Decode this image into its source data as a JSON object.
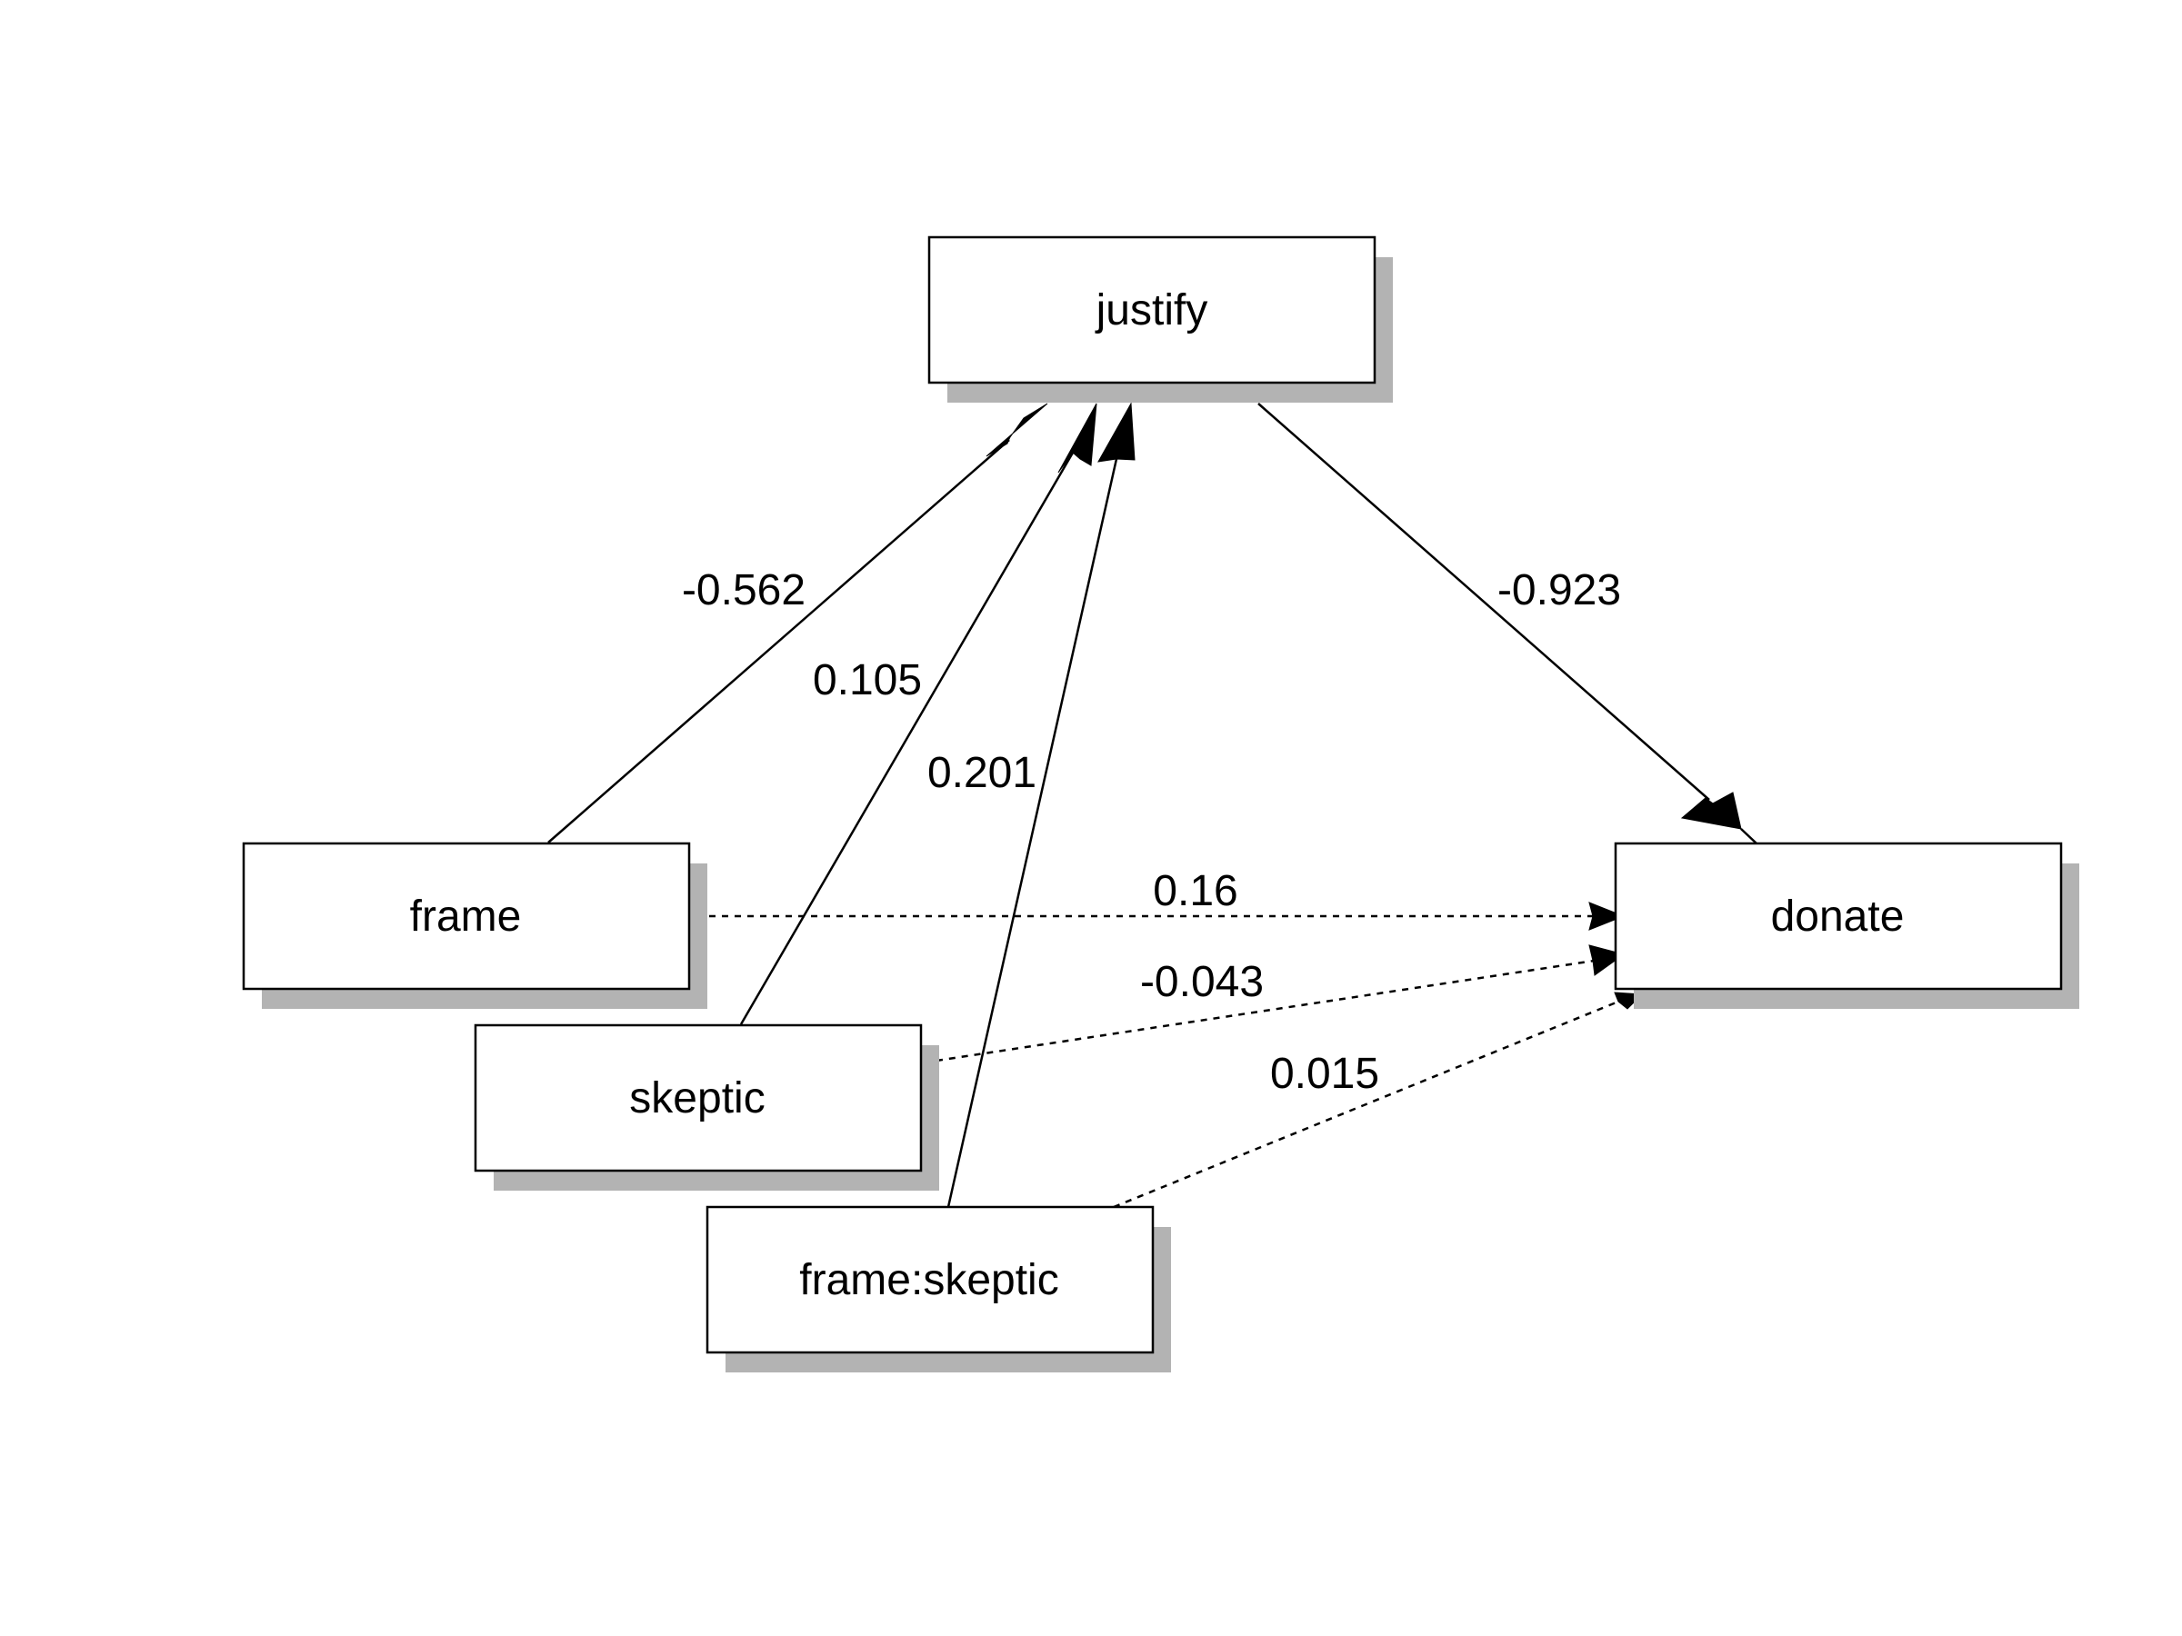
{
  "diagram": {
    "nodes": [
      {
        "id": "justify",
        "label": "justify"
      },
      {
        "id": "frame",
        "label": "frame"
      },
      {
        "id": "skeptic",
        "label": "skeptic"
      },
      {
        "id": "frame_skeptic",
        "label": "frame:skeptic"
      },
      {
        "id": "donate",
        "label": "donate"
      }
    ],
    "edges": [
      {
        "from": "frame",
        "to": "justify",
        "label": "-0.562",
        "style": "solid"
      },
      {
        "from": "skeptic",
        "to": "justify",
        "label": "0.105",
        "style": "solid"
      },
      {
        "from": "frame_skeptic",
        "to": "justify",
        "label": "0.201",
        "style": "solid"
      },
      {
        "from": "justify",
        "to": "donate",
        "label": "-0.923",
        "style": "solid"
      },
      {
        "from": "frame",
        "to": "donate",
        "label": "0.16",
        "style": "dashed"
      },
      {
        "from": "skeptic",
        "to": "donate",
        "label": "-0.043",
        "style": "dashed"
      },
      {
        "from": "frame_skeptic",
        "to": "donate",
        "label": "0.015",
        "style": "dashed"
      }
    ],
    "colors": {
      "box_stroke": "#000000",
      "box_fill": "#ffffff",
      "shadow": "#b3b3b3",
      "edge": "#000000"
    }
  }
}
